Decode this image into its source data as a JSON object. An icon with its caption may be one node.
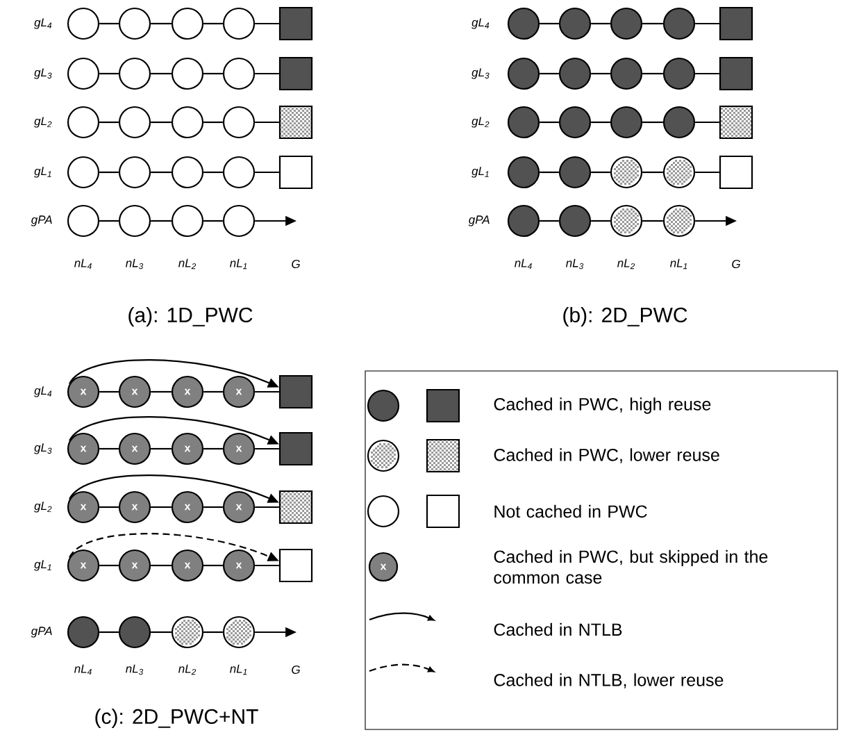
{
  "diagram": {
    "nodes": [
      {
        "text": [],
        "shape": "circle"
      },
      {
        "text": [],
        "shape": "circle"
      },
      {
        "text": [],
        "shape": "circle"
      },
      {
        "text": [],
        "shape": "circle"
      },
      {
        "text": [],
        "shape": "box"
      },
      {
        "text": [],
        "shape": "circle"
      },
      {
        "text": [],
        "shape": "circle"
      },
      {
        "text": [],
        "shape": "circle"
      },
      {
        "text": [],
        "shape": "circle"
      },
      {
        "text": [],
        "shape": "box"
      },
      {
        "text": [],
        "shape": "circle"
      },
      {
        "text": [],
        "shape": "circle"
      },
      {
        "text": [],
        "shape": "circle"
      },
      {
        "text": [],
        "shape": "circle"
      },
      {
        "text": [],
        "shape": "box"
      },
      {
        "text": [],
        "shape": "circle"
      },
      {
        "text": [],
        "shape": "circle"
      },
      {
        "text": [],
        "shape": "circle"
      },
      {
        "text": [],
        "shape": "circle"
      },
      {
        "text": [],
        "shape": "box"
      },
      {
        "text": [],
        "shape": "circle"
      },
      {
        "text": [],
        "shape": "circle"
      },
      {
        "text": [],
        "shape": "circle"
      },
      {
        "text": [],
        "shape": "circle"
      },
      {
        "text": [],
        "shape": "circle"
      },
      {
        "text": [],
        "shape": "circle"
      },
      {
        "text": [],
        "shape": "circle"
      },
      {
        "text": [],
        "shape": "circle"
      },
      {
        "text": [],
        "shape": "box"
      },
      {
        "text": [],
        "shape": "circle"
      },
      {
        "text": [],
        "shape": "circle"
      },
      {
        "text": [],
        "shape": "circle"
      },
      {
        "text": [],
        "shape": "circle"
      },
      {
        "text": [],
        "shape": "box"
      },
      {
        "text": [],
        "shape": "circle"
      },
      {
        "text": [],
        "shape": "circle"
      },
      {
        "text": [],
        "shape": "circle"
      },
      {
        "text": [],
        "shape": "circle"
      },
      {
        "text": [],
        "shape": "box"
      },
      {
        "text": [],
        "shape": "circle"
      },
      {
        "text": [],
        "shape": "circle"
      },
      {
        "text": [],
        "shape": "circle"
      },
      {
        "text": [],
        "shape": "circle"
      },
      {
        "text": [],
        "shape": "box"
      },
      {
        "text": [],
        "shape": "circle"
      },
      {
        "text": [],
        "shape": "circle"
      },
      {
        "text": [],
        "shape": "circle"
      },
      {
        "text": [],
        "shape": "circle"
      },
      {
        "text": [
          "x"
        ]
      },
      {
        "text": [
          "x"
        ]
      },
      {
        "text": [
          "x"
        ]
      },
      {
        "text": [
          "x"
        ]
      },
      {
        "text": [],
        "shape": "box"
      },
      {
        "text": [
          "x"
        ]
      },
      {
        "text": [
          "x"
        ]
      },
      {
        "text": [
          "x"
        ]
      },
      {
        "text": [
          "x"
        ]
      },
      {
        "text": [],
        "shape": "box"
      },
      {
        "text": [
          "x"
        ]
      },
      {
        "text": [
          "x"
        ]
      },
      {
        "text": [
          "x"
        ]
      },
      {
        "text": [
          "x"
        ]
      },
      {
        "text": [],
        "shape": "box"
      },
      {
        "text": [
          "x"
        ]
      },
      {
        "text": [
          "x"
        ]
      },
      {
        "text": [
          "x"
        ]
      },
      {
        "text": [
          "x"
        ]
      },
      {
        "text": [],
        "shape": "box"
      },
      {
        "text": [],
        "shape": "circle"
      },
      {
        "text": [],
        "shape": "circle"
      },
      {
        "text": [],
        "shape": "circle"
      },
      {
        "text": [],
        "shape": "circle"
      }
    ],
    "edges": [
      {
        "from": 0,
        "to": 1,
        "arrow": "none"
      },
      {
        "from": 1,
        "to": 2,
        "arrow": "none"
      },
      {
        "from": 2,
        "to": 3,
        "arrow": "none"
      },
      {
        "from": 3,
        "to": 4,
        "arrow": "none"
      },
      {
        "from": 5,
        "to": 6,
        "arrow": "none"
      },
      {
        "from": 6,
        "to": 7,
        "arrow": "none"
      },
      {
        "from": 7,
        "to": 8,
        "arrow": "none"
      },
      {
        "from": 8,
        "to": 9,
        "arrow": "none"
      },
      {
        "from": 10,
        "to": 11,
        "arrow": "none"
      },
      {
        "from": 11,
        "to": 12,
        "arrow": "none"
      },
      {
        "from": 12,
        "to": 13,
        "arrow": "none"
      },
      {
        "from": 13,
        "to": 14,
        "arrow": "none"
      },
      {
        "from": 15,
        "to": 16,
        "arrow": "none"
      },
      {
        "from": 16,
        "to": 17,
        "arrow": "none"
      },
      {
        "from": 17,
        "to": 18,
        "arrow": "none"
      },
      {
        "from": 18,
        "to": 19,
        "arrow": "none"
      },
      {
        "from": 20,
        "to": 21,
        "arrow": "none"
      },
      {
        "from": 21,
        "to": 22,
        "arrow": "none"
      },
      {
        "from": 22,
        "to": 23,
        "arrow": "none"
      },
      {
        "from": 23,
        "to": null,
        "arrow": "to"
      },
      {
        "from": 24,
        "to": 25,
        "arrow": "none"
      },
      {
        "from": 25,
        "to": 26,
        "arrow": "none"
      },
      {
        "from": 26,
        "to": 27,
        "arrow": "none"
      },
      {
        "from": 27,
        "to": 28,
        "arrow": "none"
      },
      {
        "from": 29,
        "to": 30,
        "arrow": "none"
      },
      {
        "from": 30,
        "to": 31,
        "arrow": "none"
      },
      {
        "from": 31,
        "to": 32,
        "arrow": "none"
      },
      {
        "from": 32,
        "to": 33,
        "arrow": "none"
      },
      {
        "from": 34,
        "to": 35,
        "arrow": "none"
      },
      {
        "from": 35,
        "to": 36,
        "arrow": "none"
      },
      {
        "from": 36,
        "to": 37,
        "arrow": "none"
      },
      {
        "from": 37,
        "to": 38,
        "arrow": "none"
      },
      {
        "from": 39,
        "to": 40,
        "arrow": "none"
      },
      {
        "from": 40,
        "to": 41,
        "arrow": "none"
      },
      {
        "from": 41,
        "to": 42,
        "arrow": "none"
      },
      {
        "from": 42,
        "to": 43,
        "arrow": "none"
      },
      {
        "from": 44,
        "to": 45,
        "arrow": "none"
      },
      {
        "from": 45,
        "to": 46,
        "arrow": "none"
      },
      {
        "from": 46,
        "to": 47,
        "arrow": "none"
      },
      {
        "from": 47,
        "to": null,
        "arrow": "to"
      },
      {
        "from": 48,
        "to": 49,
        "arrow": "none"
      },
      {
        "from": 49,
        "to": 50,
        "arrow": "none"
      },
      {
        "from": 50,
        "to": 51,
        "arrow": "none"
      },
      {
        "from": 51,
        "to": 52,
        "arrow": "none"
      },
      {
        "from": 53,
        "to": 54,
        "arrow": "none"
      },
      {
        "from": 54,
        "to": 55,
        "arrow": "none"
      },
      {
        "from": 55,
        "to": 56,
        "arrow": "none"
      },
      {
        "from": 56,
        "to": 57,
        "arrow": "none"
      },
      {
        "from": 58,
        "to": 59,
        "arrow": "none"
      },
      {
        "from": 59,
        "to": 60,
        "arrow": "none"
      },
      {
        "from": 60,
        "to": 61,
        "arrow": "none"
      },
      {
        "from": 61,
        "to": 62,
        "arrow": "none"
      },
      {
        "from": 63,
        "to": 64,
        "arrow": "none"
      },
      {
        "from": 64,
        "to": 65,
        "arrow": "none"
      },
      {
        "from": 65,
        "to": 66,
        "arrow": "none"
      },
      {
        "from": 66,
        "to": 67,
        "arrow": "none"
      },
      {
        "from": 68,
        "to": 69,
        "arrow": "none"
      },
      {
        "from": 69,
        "to": 70,
        "arrow": "none"
      },
      {
        "from": 70,
        "to": 71,
        "arrow": "none"
      },
      {
        "from": 71,
        "to": null,
        "arrow": "to"
      },
      {
        "from": 48,
        "to": 52,
        "arrow": "to"
      },
      {
        "from": 53,
        "to": 57,
        "arrow": "to"
      },
      {
        "from": 58,
        "to": 62,
        "arrow": "to"
      },
      {
        "from": 63,
        "to": 67,
        "arrow": "to",
        "style": "dashed"
      }
    ],
    "labels": [
      "gL$_{4}$",
      "gL$_{3}$",
      "gL$_{2}$",
      "gL$_{1}$",
      "gPA",
      "nL$_{4}$",
      "nL$_{3}$",
      "nL$_{2}$",
      "nL$_{1}$",
      "G",
      "(a): 1D_PWC",
      "gL$_{4}$",
      "gL$_{3}$",
      "gL$_{2}$",
      "gL$_{1}$",
      "gPA",
      "nL$_{4}$",
      "nL$_{3}$",
      "nL$_{2}$",
      "nL$_{1}$",
      "G",
      "(b): 2D_PWC",
      "gL$_{4}$",
      "gL$_{3}$",
      "gL$_{2}$",
      "gL$_{1}$",
      "gPA",
      "nL$_{4}$",
      "nL$_{3}$",
      "nL$_{2}$",
      "nL$_{1}$",
      "G",
      "(c): 2D_PWC+NT",
      "x"
    ],
    "legend": [
      {
        "text": "Cached in PWC, high reuse"
      },
      {
        "text": "Cached in PWC, lower reuse"
      },
      {
        "text": "Not cached in PWC"
      },
      {
        "text": "Cached in PWC, but skipped in the common case"
      },
      {
        "text": "Cached in NTLB"
      },
      {
        "text": "Cached in NTLB, lower reuse"
      }
    ]
  }
}
